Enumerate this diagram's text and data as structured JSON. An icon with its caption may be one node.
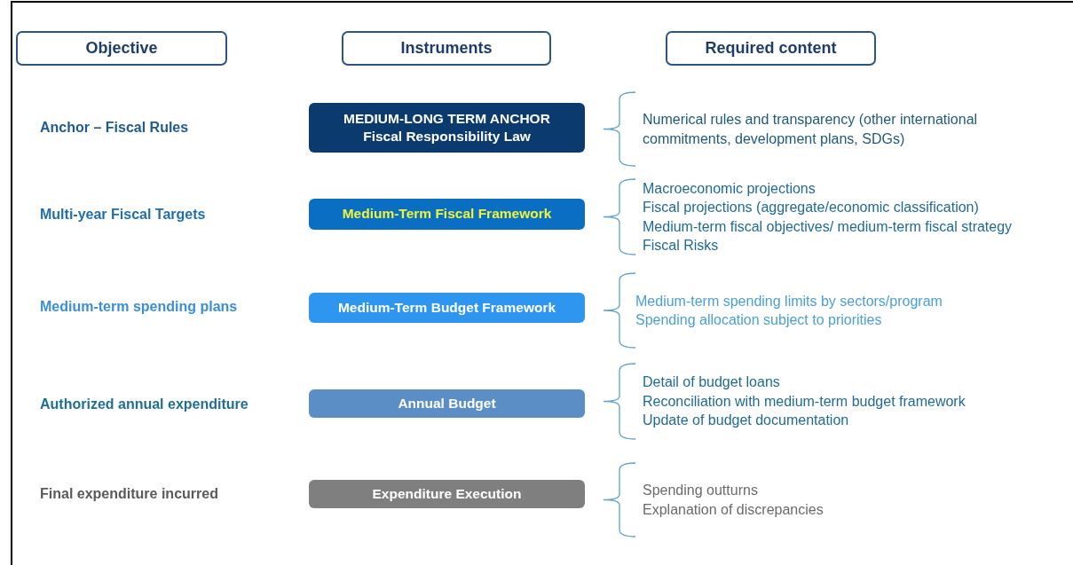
{
  "diagram": {
    "nodes": [
      {
        "text": [
          "Objective"
        ]
      },
      {
        "text": [
          "Instruments"
        ]
      },
      {
        "text": [
          "Required content"
        ]
      },
      {
        "text": [
          "MEDIUM-LONG TERM ANCHOR",
          "Fiscal Responsibility Law"
        ]
      },
      {
        "text": [
          "Medium-Term Fiscal Framework"
        ]
      },
      {
        "text": [
          "Medium-Term Budget Framework"
        ]
      },
      {
        "text": [
          "Annual Budget"
        ]
      },
      {
        "text": [
          "Expenditure Execution"
        ]
      }
    ],
    "labels": [
      "Anchor – Fiscal Rules",
      "Numerical rules and transparency (other international commitments, development plans, SDGs)",
      "Multi-year Fiscal Targets",
      "Macroeconomic projections",
      "Fiscal projections (aggregate/economic classification)",
      "Medium-term fiscal objectives/ medium-term fiscal strategy",
      "Fiscal Risks",
      "Medium-term spending plans",
      "Medium-term spending limits by sectors/program",
      "Spending allocation subject to priorities",
      "Authorized annual expenditure",
      "Detail of budget loans",
      "Reconciliation with medium-term budget framework",
      "Update of budget documentation",
      "Final expenditure incurred",
      "Spending outturns",
      "Explanation of discrepancies"
    ]
  }
}
